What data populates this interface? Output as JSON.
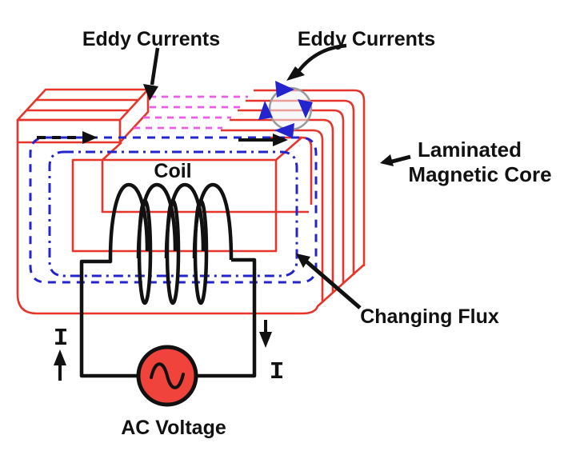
{
  "labels": {
    "eddy_currents_left": "Eddy Currents",
    "eddy_currents_right": "Eddy Currents",
    "laminated_line1": "Laminated",
    "laminated_line2": "Magnetic Core",
    "changing_flux": "Changing Flux",
    "coil": "Coil",
    "ac_voltage": "AC Voltage",
    "current_left": "I",
    "current_right": "I"
  },
  "colors": {
    "core_red": "#e8352b",
    "flux_blue": "#2424cf",
    "eddy_pink": "#ee5be6",
    "wire_black": "#111111",
    "source_fill": "#f0433c",
    "circle_gray": "#9a9a9a",
    "background": "#ffffff"
  }
}
